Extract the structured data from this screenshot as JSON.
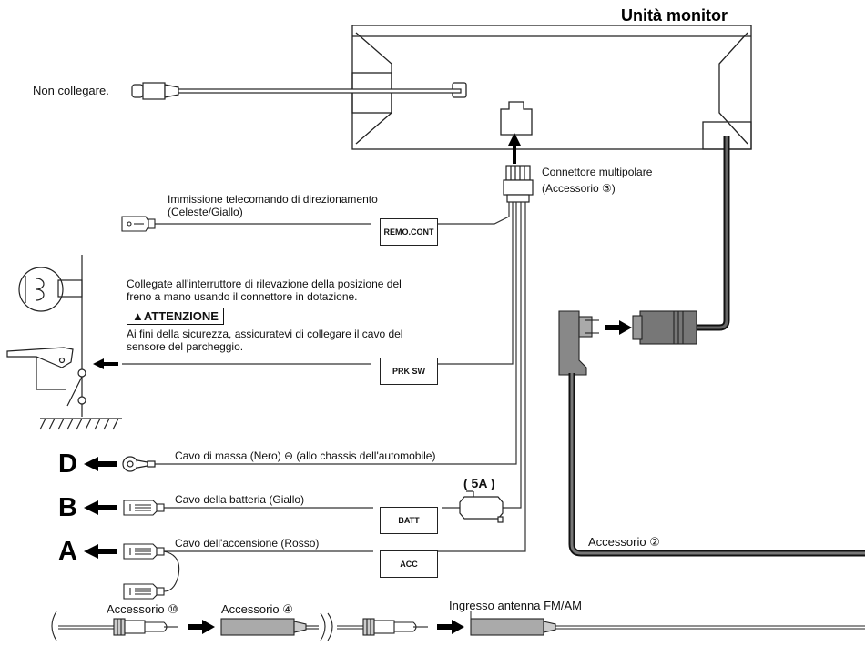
{
  "title": "Unità monitor",
  "labels": {
    "non_collegare": "Non collegare.",
    "connettore_line1": "Connettore multipolare",
    "connettore_line2": "(Accessorio ③)",
    "immissione_line1": "Immissione telecomando di direzionamento",
    "immissione_line2": "(Celeste/Giallo)",
    "freno_line1": "Collegate all'interruttore di rilevazione della posizione del",
    "freno_line2": "freno a mano usando il connettore in dotazione.",
    "attenzione": "ATTENZIONE",
    "sicurezza_line1": "Ai fini della sicurezza, assicuratevi di collegare il cavo del",
    "sicurezza_line2": "sensore del parcheggio.",
    "massa": "Cavo di massa (Nero) ⊖ (allo chassis dell'automobile)",
    "batteria": "Cavo della batteria (Giallo)",
    "accensione": "Cavo dell'accensione (Rosso)",
    "accessorio_2": "Accessorio ②",
    "accessorio_10": "Accessorio ⑩",
    "accessorio_4": "Accessorio ④",
    "antenna": "Ingresso antenna FM/AM",
    "fuse": "( 5A )"
  },
  "tags": {
    "remo": "REMO.CONT",
    "prk": "PRK SW",
    "batt": "BATT",
    "acc": "ACC"
  },
  "letters": {
    "d": "D",
    "b": "B",
    "a": "A"
  }
}
